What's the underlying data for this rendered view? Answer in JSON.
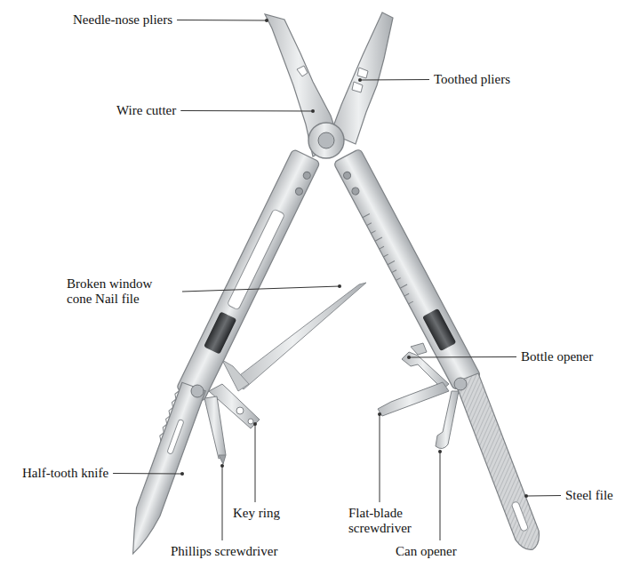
{
  "diagram": {
    "labels": [
      "Needle-nose pliers",
      "Toothed pliers",
      "Wire cutter",
      "Broken window cone Nail file",
      "Bottle opener",
      "Half-tooth knife",
      "Key ring",
      "Flat-blade screwdriver",
      "Phillips screwdriver",
      "Can opener",
      "Steel file"
    ]
  }
}
